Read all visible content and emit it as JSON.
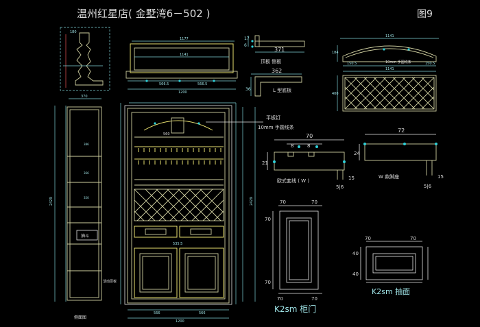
{
  "header": {
    "title": "温州红星店( 金墅湾6－502 )",
    "figure": "图9"
  },
  "profile_detail": {
    "dim_top": "180"
  },
  "top_plan": {
    "dim_outer": "1177",
    "dim_inner": "1141",
    "dim_left": "566.5",
    "dim_right": "566.5",
    "dim_total": "1200"
  },
  "top_board": {
    "dim_v1": "17",
    "dim_v2": "6",
    "width": "371",
    "caption": "顶板  侧板"
  },
  "l_board": {
    "width": "362",
    "height": "36",
    "caption": "L 型底板"
  },
  "arched_panel": {
    "dim_top": "1141",
    "dim_left": "184",
    "dim_l": "150.5",
    "dim_r": "150.5",
    "caption": "10mm 手圆线条"
  },
  "lattice_panel": {
    "width": "1141",
    "height": "400"
  },
  "side_view": {
    "total_height": "2429",
    "drawer_label": "抽斗",
    "depth": "370",
    "shelf_1": "386",
    "shelf_2": "366",
    "shelf_3": "350",
    "note": "活动层板",
    "caption": "侧面图"
  },
  "front": {
    "top_dim": "560",
    "drawer_dim": "535.5",
    "dim_left": "566",
    "dim_right": "566",
    "dim_total": "1200",
    "dim_height": "2429"
  },
  "callouts": {
    "flat_nail": "平板钉",
    "molding": "10mm 手圆线条"
  },
  "plinth_w": {
    "width": "70",
    "dim_a": "8",
    "dim_b": "8",
    "height": "21",
    "foot": "15",
    "foot_dims": "5|6",
    "caption": "欧式套线 ( W )"
  },
  "w_foot": {
    "width": "72",
    "height": "24",
    "leg": "15",
    "leg_dims": "5|6",
    "caption": "W 款脚座"
  },
  "door": {
    "dim_l": "70",
    "dim_r": "70",
    "dim_t": "70",
    "dim_b": "70",
    "dim_bl": "70",
    "dim_br": "70",
    "caption": "K2sm 柜门"
  },
  "drawer": {
    "dim_l": "70",
    "dim_r": "70",
    "dim_t": "40",
    "dim_b": "40",
    "caption": "K2sm 抽面"
  }
}
